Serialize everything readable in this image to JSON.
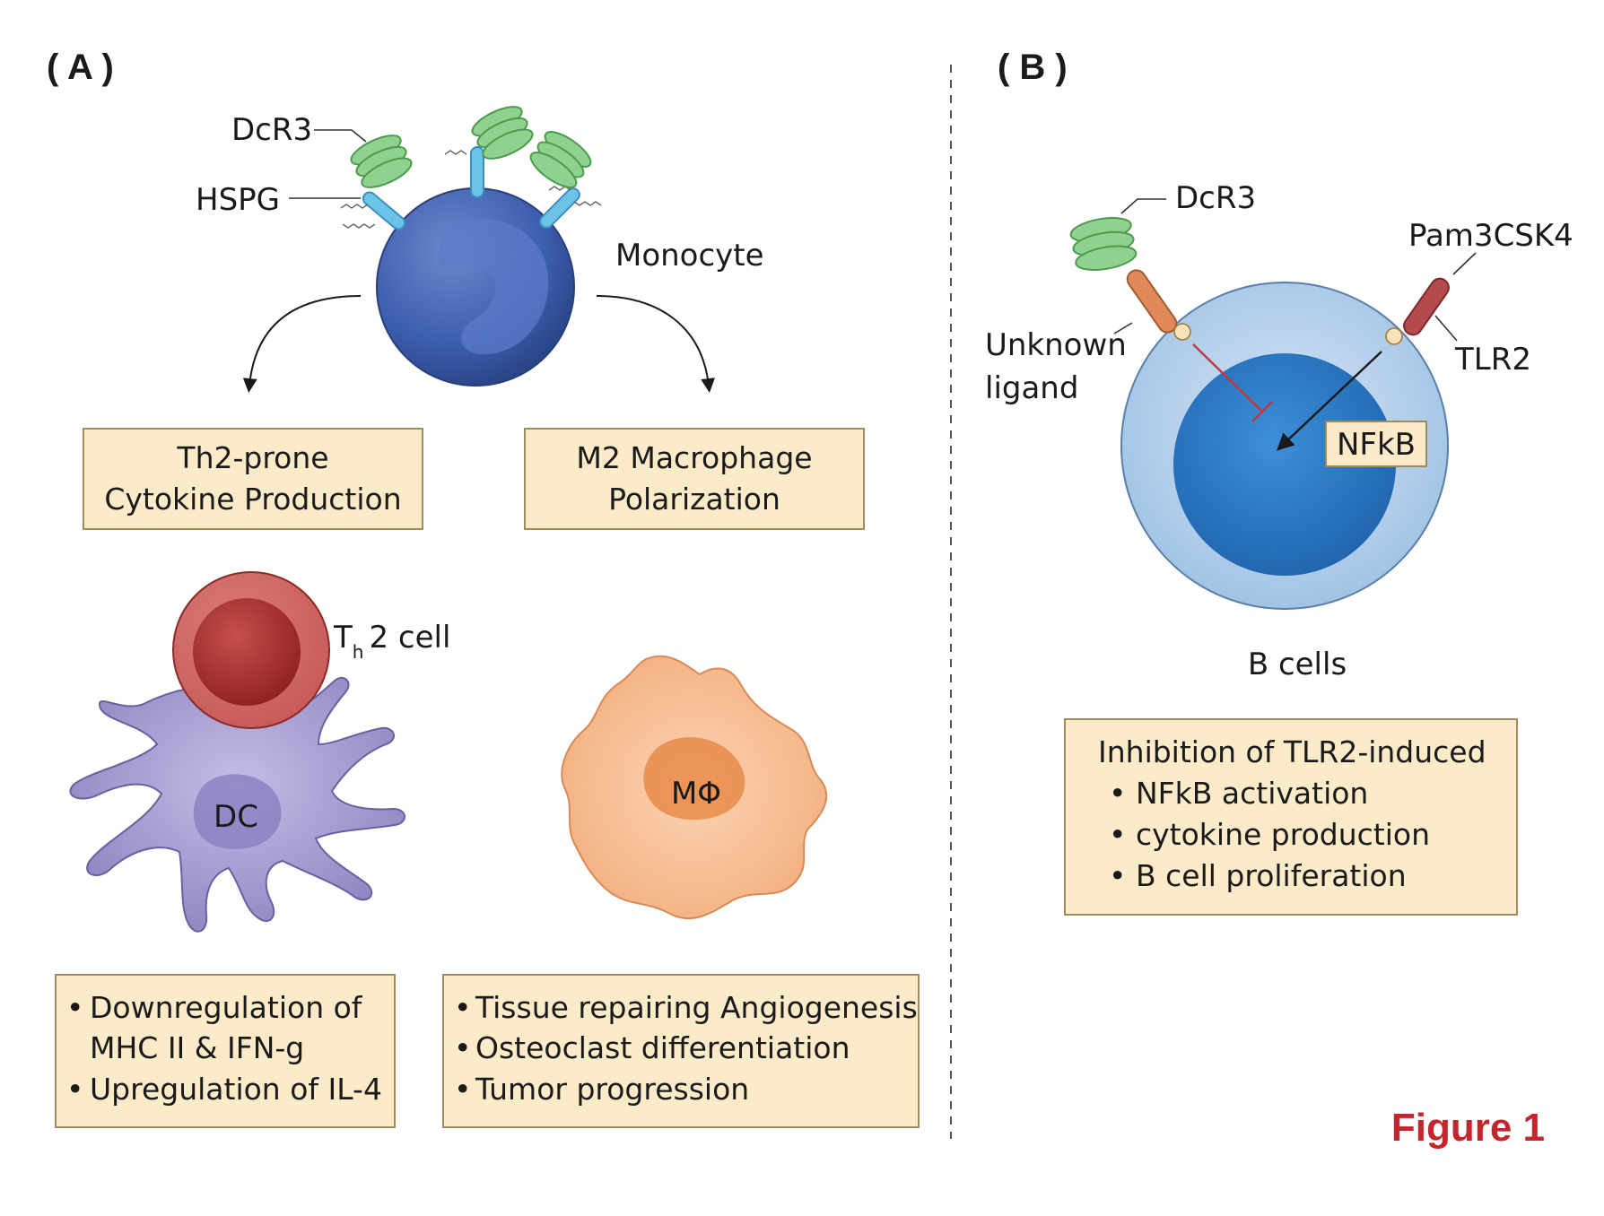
{
  "panel_a": {
    "label": "( A )",
    "dcr3_label": "DcR3",
    "hspg_label": "HSPG",
    "monocyte_label": "Monocyte",
    "box_left": {
      "line1": "Th2-prone",
      "line2": "Cytokine Production"
    },
    "box_right": {
      "line1": "M2 Macrophage",
      "line2": "Polarization"
    },
    "th2_label": {
      "main": "T",
      "sub": "h",
      "rest": "2 cell"
    },
    "dc_label": "DC",
    "macrophage_label": "MΦ",
    "effects_left": [
      {
        "bullet": "•",
        "text": "Downregulation of"
      },
      {
        "bullet": "",
        "text": "MHC II & IFN-g"
      },
      {
        "bullet": "•",
        "text": "Upregulation of IL-4"
      }
    ],
    "effects_right": [
      {
        "bullet": "•",
        "text": "Tissue repairing Angiogenesis"
      },
      {
        "bullet": "•",
        "text": "Osteoclast differentiation"
      },
      {
        "bullet": "•",
        "text": "Tumor progression"
      }
    ]
  },
  "panel_b": {
    "label": "( B )",
    "dcr3_label": "DcR3",
    "pam_label": "Pam3CSK4",
    "unknown_line1": "Unknown",
    "unknown_line2": "ligand",
    "tlr2_label": "TLR2",
    "nfkb_label": "NFkB",
    "bcells_label": "B cells",
    "inhibition": {
      "title": "Inhibition of TLR2-induced",
      "items": [
        {
          "bullet": "•",
          "text": "NFkB activation"
        },
        {
          "bullet": "•",
          "text": "cytokine production"
        },
        {
          "bullet": "•",
          "text": "B cell proliferation"
        }
      ]
    }
  },
  "figure_label": "Figure 1",
  "colors": {
    "box_fill": "#fcebc8",
    "box_stroke": "#a08a60",
    "monocyte": "#3b5cab",
    "th2": "#b8383a",
    "dc": "#9c90c8",
    "macrophage": "#f4b88a",
    "bcell_outer": "#b8d2ec",
    "bcell_nucleus": "#2f7cc6",
    "dcr3": "#8fd18f",
    "hspg": "#6cc3e8",
    "figure_label": "#c4262e"
  }
}
